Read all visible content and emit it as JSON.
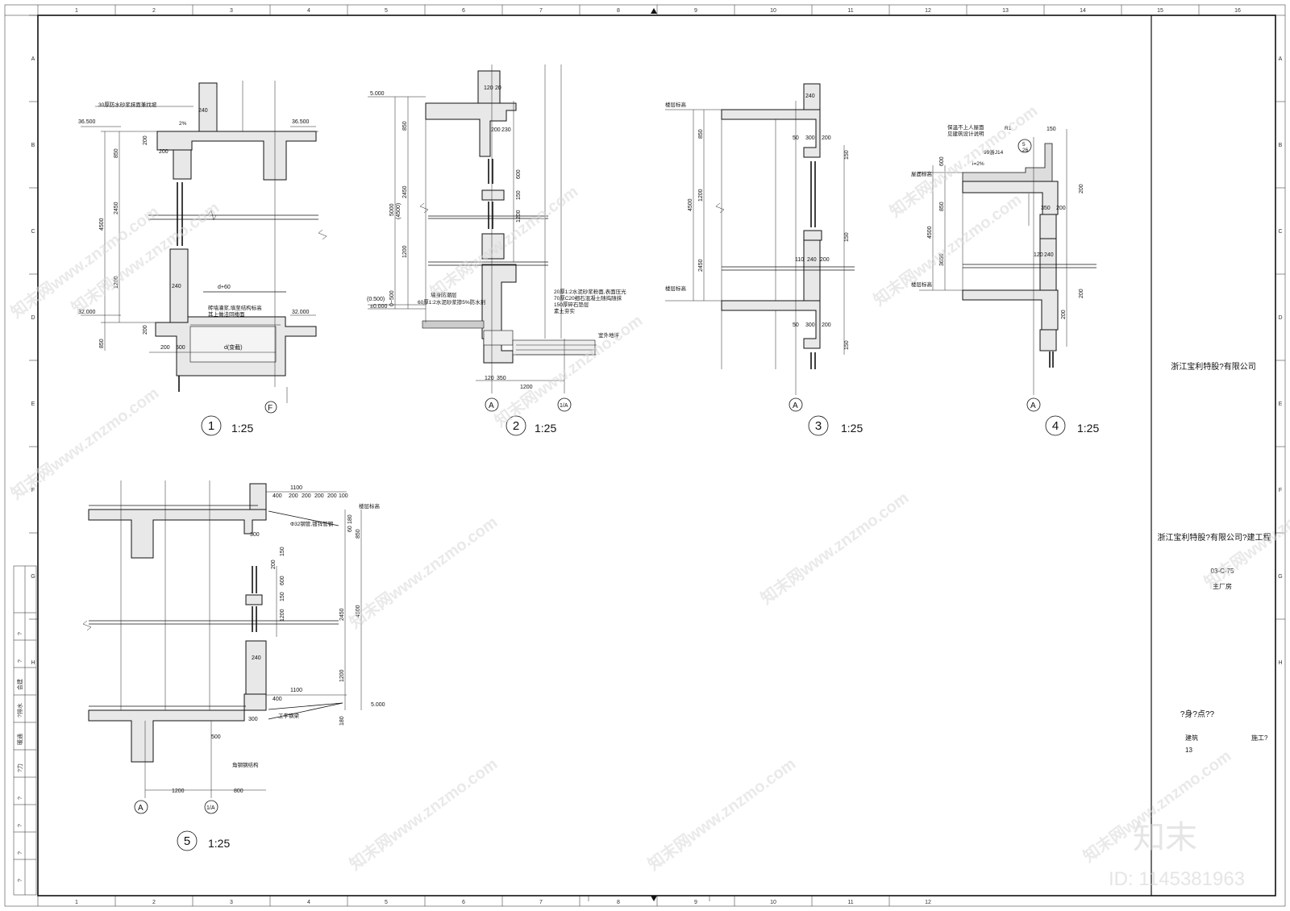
{
  "sheet": {
    "top_columns": [
      "1",
      "2",
      "3",
      "4",
      "5",
      "6",
      "7",
      "8",
      "9",
      "10",
      "11",
      "12",
      "13",
      "14",
      "15",
      "16"
    ],
    "bottom_columns": [
      "1",
      "2",
      "3",
      "4",
      "5",
      "6",
      "7",
      "8",
      "9",
      "10",
      "11",
      "12"
    ],
    "left_rows": [
      "A",
      "B",
      "C",
      "D",
      "E",
      "F",
      "G",
      "H"
    ],
    "right_rows": [
      "A",
      "B",
      "C",
      "D",
      "E",
      "F",
      "G",
      "H"
    ]
  },
  "details": [
    {
      "number": "1",
      "scale": "1:25",
      "axis": "F",
      "levels": [
        "36.500",
        "36.500",
        "32.000",
        "32.000"
      ],
      "dims": [
        "240",
        "850",
        "2450",
        "4500",
        "1200",
        "850",
        "200",
        "200",
        "240",
        "200",
        "200",
        "500"
      ],
      "formula_top": "d+60",
      "formula_bottom": "d(变截)",
      "notes": [
        "30厚防水砂浆抹面兼找坡",
        "2%",
        "砖墙灌浆,填至结构标高",
        "其上做法同楼面"
      ]
    },
    {
      "number": "2",
      "scale": "1:25",
      "axis_a": "A",
      "axis_b": "1/A",
      "levels": [
        "5.000",
        "(0.500)",
        "±0.000"
      ],
      "dims": [
        "120",
        "20",
        "200",
        "230",
        "600",
        "150",
        "1200",
        "850",
        "2450",
        "5000",
        "(4500)",
        "1200",
        "0~500",
        "120",
        "350",
        "1200"
      ],
      "notes": [
        "墙身防潮层",
        "60厚1:2水泥砂浆掺5%防水剂",
        "20厚1:2水泥砂浆粉面,表面压光",
        "70厚C20细石混凝土随捣随抹",
        "150厚碎石垫层",
        "素土夯实",
        "室外地坪"
      ]
    },
    {
      "number": "3",
      "scale": "1:25",
      "axis": "A",
      "levels": [
        "楼层标高",
        "楼层标高"
      ],
      "dims": [
        "240",
        "850",
        "4500",
        "1200",
        "2450",
        "50",
        "300",
        "200",
        "150",
        "150",
        "110",
        "240",
        "200",
        "50",
        "300",
        "200",
        "150"
      ]
    },
    {
      "number": "4",
      "scale": "1:25",
      "axis": "A",
      "levels": [
        "屋面标高",
        "楼层标高"
      ],
      "dims": [
        "600",
        "850",
        "4500",
        "3650",
        "150",
        "200",
        "350",
        "200",
        "120",
        "240",
        "200",
        "200"
      ],
      "notes": [
        "保温不上人屋面",
        "见建筑设计说明",
        "99浙J14",
        "i=2%",
        "R1",
        "5",
        "26"
      ]
    },
    {
      "number": "5",
      "scale": "1:25",
      "axis_a": "A",
      "axis_b": "1/A",
      "levels": [
        "楼层标高",
        "5.000"
      ],
      "dims": [
        "1100",
        "400",
        "200",
        "200",
        "200",
        "200",
        "100",
        "180",
        "60",
        "850",
        "300",
        "150",
        "200",
        "600",
        "150",
        "1200",
        "2450",
        "4500",
        "1200",
        "240",
        "1100",
        "400",
        "300",
        "180",
        "500",
        "1200",
        "800"
      ],
      "notes": [
        "Φ32钢管,镀锌管钢",
        "工字钢梁",
        "角钢钢结构"
      ]
    }
  ],
  "title_block": {
    "company": "浙江宝利特股?有限公司",
    "project": "浙江宝利特股?有限公司?建工程",
    "drawing_code": "03-C-75",
    "building": "主厂房",
    "drawing_title": "?身?点??",
    "discipline": "建筑",
    "stage": "施工?",
    "sheet_number": "13"
  },
  "sign_block": {
    "rows": [
      "?",
      "?",
      "会建",
      "?排水",
      "暖通",
      "?力",
      "?",
      "?",
      "?",
      "?"
    ]
  },
  "watermark": {
    "site_text": "知末网www.znzmo.com",
    "logo_text": "知末",
    "id_text": "ID: 1145381963"
  }
}
